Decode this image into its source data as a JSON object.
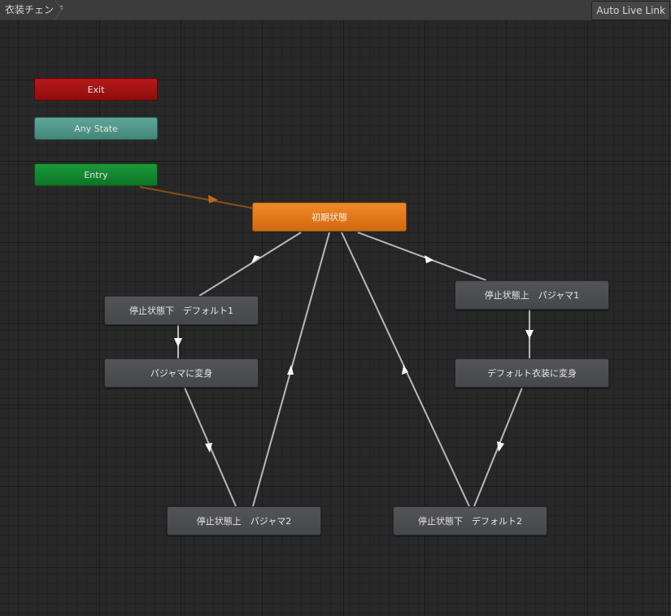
{
  "breadcrumb": {
    "label": "衣装チェンジ"
  },
  "toolbar": {
    "auto_live_link": "Auto Live Link"
  },
  "colors": {
    "exit": "#a31212",
    "any_state": "#509688",
    "entry": "#118a30",
    "default_state": "#e47a1a",
    "state": "#4c4c4f",
    "transition": "#b8b8b8",
    "entry_transition": "#8a4e15"
  },
  "nodes": {
    "exit": "Exit",
    "any_state": "Any State",
    "entry": "Entry",
    "initial": "初期状態",
    "stop_down_default1": "停止状態下　デフォルト1",
    "stop_up_pajama1": "停止状態上　パジャマ1",
    "transform_pajama": "パジャマに変身",
    "transform_default": "デフォルト衣装に変身",
    "stop_up_pajama2": "停止状態上　パジャマ2",
    "stop_down_default2": "停止状態下　デフォルト2"
  }
}
